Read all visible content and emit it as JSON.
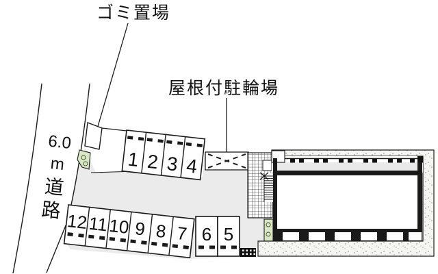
{
  "labels": {
    "garbage_area": "ゴミ置場",
    "covered_bicycle_parking": "屋根付駐輪場",
    "road_full": "6.0m道路"
  },
  "road_label": {
    "lines": [
      "6.0",
      "m",
      "道",
      "路"
    ]
  },
  "parking": {
    "top_row": [
      "1",
      "2",
      "3",
      "4"
    ],
    "bottom_row_tilted": [
      "12",
      "11",
      "10",
      "9",
      "8",
      "7"
    ],
    "bottom_row_straight": [
      "6",
      "5"
    ]
  },
  "colors": {
    "line": "#1a1a1a",
    "pavement": "#ebebeb",
    "balcony": "#e9e9e9",
    "stipple_bg": "#f5f5f2",
    "stipple_dot": "#9a9a98",
    "greenery": "#d9e7c6",
    "greenery_stroke": "#5c6e42"
  }
}
